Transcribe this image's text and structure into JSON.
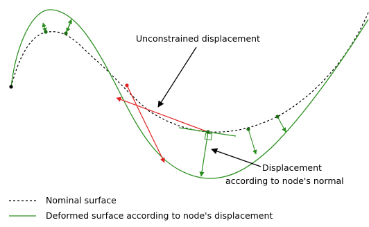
{
  "annotations": {
    "unconstrained": "Unconstrained displacement",
    "normal_line1": "Displacement",
    "normal_line2": "according to node's normal"
  },
  "legend": [
    {
      "label": "Nominal surface",
      "style": "dashed",
      "color": "#000000"
    },
    {
      "label": "Deformed surface according to node's displacement",
      "style": "solid",
      "color": "#2a8f1f"
    }
  ],
  "colors": {
    "nominal": "#000000",
    "deformed": "#2a8f1f",
    "node": "#1d6b14",
    "unconstrained": "#e01f1f"
  }
}
